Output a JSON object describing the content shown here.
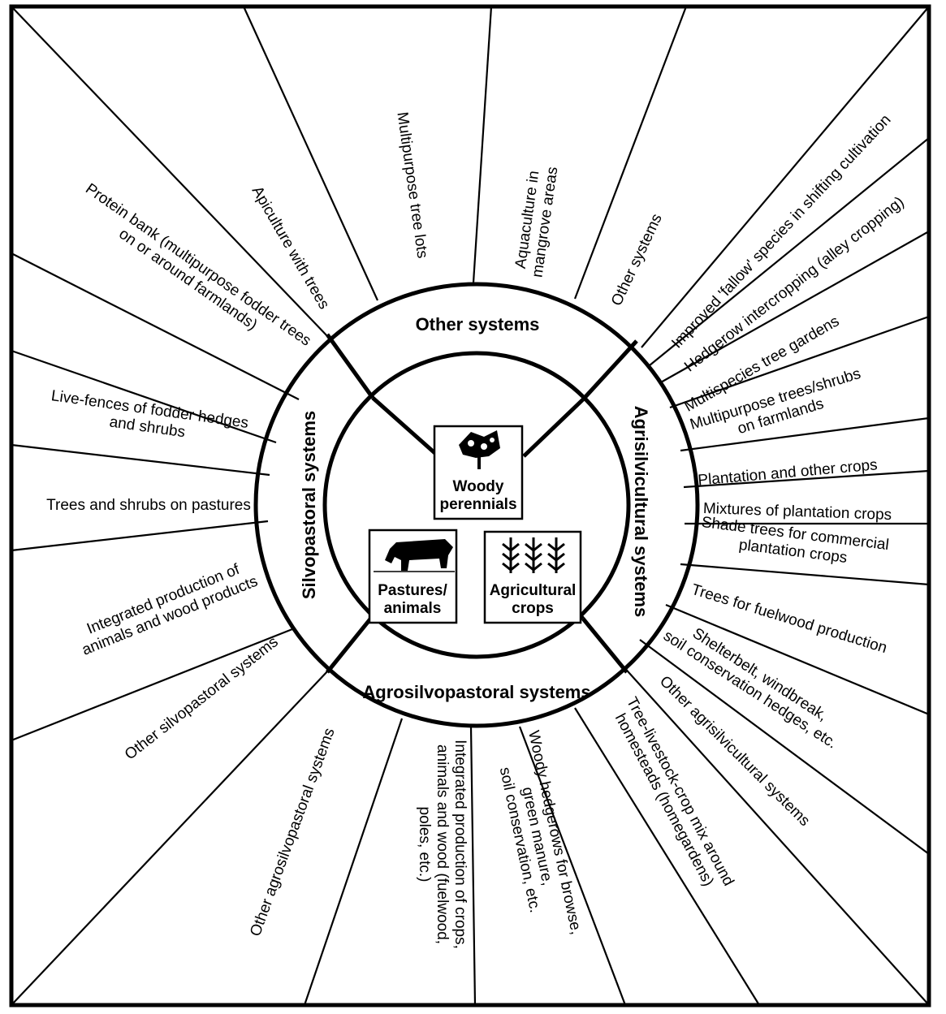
{
  "sectors": {
    "top": "Other systems",
    "right": "Agrisilvicultural systems",
    "bottom": "Agrosilvopastoral systems",
    "left": "Silvopastoral systems"
  },
  "center": {
    "woody": [
      "Woody",
      "perennials"
    ],
    "pastures": [
      "Pastures/",
      "animals"
    ],
    "crops": [
      "Agricultural",
      "crops"
    ]
  },
  "icons": [
    "tree-icon",
    "cow-icon",
    "crop-plants-icon"
  ],
  "labels": [
    {
      "id": "apiculture",
      "lines": [
        "Apiculture with trees"
      ]
    },
    {
      "id": "multipurpose-tree-lots",
      "lines": [
        "Multipurpose tree lots"
      ]
    },
    {
      "id": "aquaculture",
      "lines": [
        "Aquaculture in",
        "mangrove areas"
      ]
    },
    {
      "id": "other-systems-top",
      "lines": [
        "Other systems"
      ]
    },
    {
      "id": "improved-fallow",
      "lines": [
        "Improved 'fallow' species in shifting cultivation"
      ]
    },
    {
      "id": "hedgerow-intercropping",
      "lines": [
        "Hedgerow intercropping (alley cropping)"
      ]
    },
    {
      "id": "multispecies-tree-gardens",
      "lines": [
        "Multispecies tree gardens"
      ]
    },
    {
      "id": "multipurpose-trees-farmlands",
      "lines": [
        "Multipurpose trees/shrubs",
        "on farmlands"
      ]
    },
    {
      "id": "plantation-other-crops",
      "lines": [
        "Plantation and other crops"
      ]
    },
    {
      "id": "mixtures-plantation",
      "lines": [
        "Mixtures of plantation crops"
      ]
    },
    {
      "id": "shade-trees",
      "lines": [
        "Shade trees for commercial",
        "plantation crops"
      ]
    },
    {
      "id": "fuelwood",
      "lines": [
        "Trees for fuelwood production"
      ]
    },
    {
      "id": "shelterbelt",
      "lines": [
        "Shelterbelt, windbreak,",
        "soil conservation hedges, etc."
      ]
    },
    {
      "id": "other-agrisilvicultural",
      "lines": [
        "Other agrisilvicultural systems"
      ]
    },
    {
      "id": "tree-livestock-crop",
      "lines": [
        "Tree-livestock-crop mix around",
        "homesteads (homegardens)"
      ]
    },
    {
      "id": "woody-hedgerows",
      "lines": [
        "Woody hedgerows for browse,",
        "green manure,",
        "soil conservation, etc."
      ]
    },
    {
      "id": "integrated-crops-animals-wood",
      "lines": [
        "Integrated production of crops,",
        "animals and wood (fuelwood,",
        "poles, etc.)"
      ]
    },
    {
      "id": "other-agrosilvopastoral",
      "lines": [
        "Other agrosilvopastoral systems"
      ]
    },
    {
      "id": "other-silvopastoral",
      "lines": [
        "Other silvopastoral systems"
      ]
    },
    {
      "id": "integrated-animals-wood",
      "lines": [
        "Integrated production of",
        "animals and wood products"
      ]
    },
    {
      "id": "trees-shrubs-pastures",
      "lines": [
        "Trees and shrubs on pastures"
      ]
    },
    {
      "id": "live-fences",
      "lines": [
        "Live-fences of fodder hedges",
        "and shrubs"
      ]
    },
    {
      "id": "protein-bank",
      "lines": [
        "Protein bank (multipurpose fodder trees",
        "on or around farmlands)"
      ]
    }
  ]
}
